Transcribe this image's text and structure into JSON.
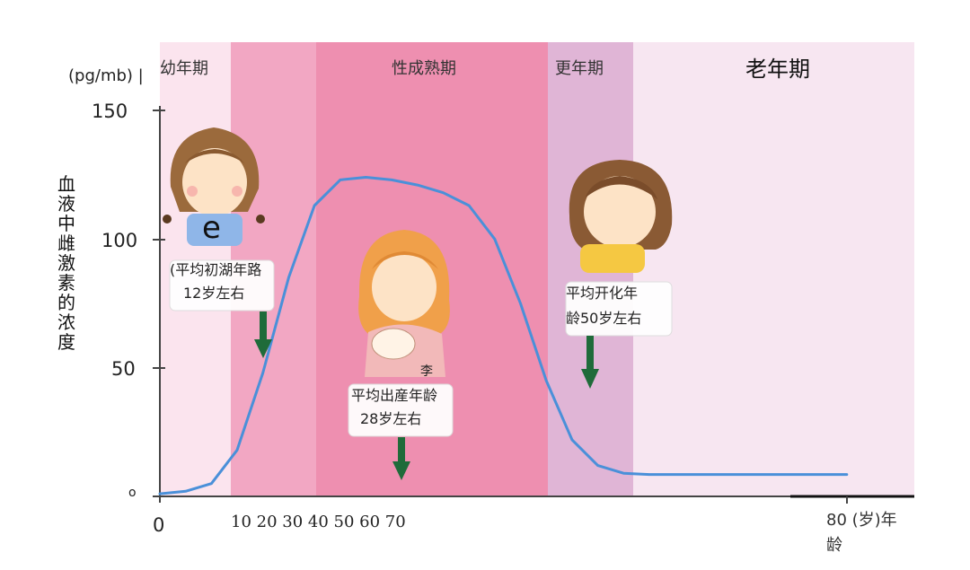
{
  "chart_data": {
    "type": "line",
    "title": "",
    "ylabel": "血液中雌激素的浓度",
    "yunit": "(pg/mb) |",
    "ylim": [
      0,
      150
    ],
    "yticks": [
      "150",
      "100",
      "50",
      "o"
    ],
    "xticks": [
      "0",
      "10 20 30 40 50 60 70",
      "80 (岁)年",
      "龄"
    ],
    "phases": [
      {
        "label": "幼年期",
        "color": "#fbe4ee"
      },
      {
        "label": "",
        "color": "#f2a7c3"
      },
      {
        "label": "性成熟期",
        "color": "#ee8fb0"
      },
      {
        "label": "更年期",
        "color": "#e0b5d6"
      },
      {
        "label": "老年期",
        "color": "#f7e6f1"
      }
    ],
    "series": [
      {
        "line_color": "#4a90d9",
        "x": [
          0,
          3,
          6,
          9,
          12,
          15,
          18,
          21,
          24,
          27,
          30,
          33,
          36,
          39,
          42,
          45,
          48,
          51,
          54,
          57,
          60,
          63,
          66,
          69,
          72,
          75,
          78,
          80
        ],
        "y": [
          1,
          2,
          5,
          18,
          48,
          85,
          113,
          123,
          124,
          123,
          121,
          118,
          113,
          100,
          75,
          45,
          22,
          12,
          9,
          8.5,
          8.5,
          8.5,
          8.5,
          8.5,
          8.5,
          8.5,
          8.5,
          8.5
        ]
      }
    ],
    "annotations": [
      {
        "line1": "(平均初湖年路",
        "line2": "12岁左右"
      },
      {
        "line1": "平均出産年龄",
        "line2": "28岁左右"
      },
      {
        "line1": "平均开化年",
        "line2": "龄50岁左右"
      }
    ],
    "stray_marks": [
      "e",
      "李"
    ],
    "arrow_color": "#1f6b3a"
  }
}
